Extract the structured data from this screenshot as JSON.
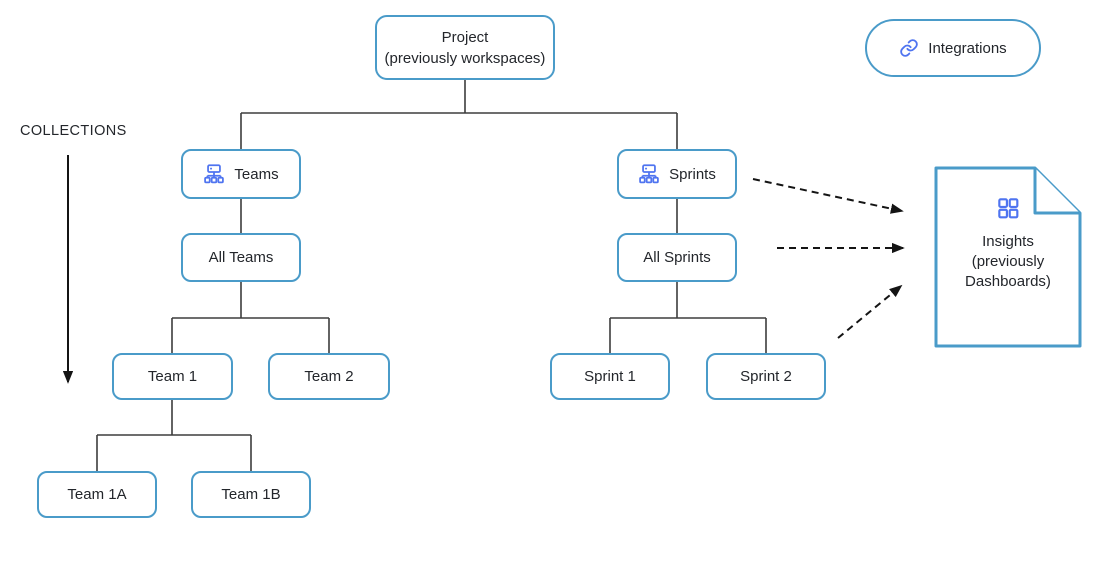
{
  "canvas": {
    "collections_label": "COLLECTIONS"
  },
  "nodes": {
    "project": {
      "line1": "Project",
      "line2": "(previously workspaces)"
    },
    "integrations": {
      "label": "Integrations",
      "icon": "link-icon"
    },
    "teams": {
      "label": "Teams",
      "icon": "org-chart-icon"
    },
    "sprints": {
      "label": "Sprints",
      "icon": "org-chart-icon"
    },
    "all_teams": {
      "label": "All Teams"
    },
    "all_sprints": {
      "label": "All Sprints"
    },
    "team1": {
      "label": "Team 1"
    },
    "team2": {
      "label": "Team 2"
    },
    "team1a": {
      "label": "Team 1A"
    },
    "team1b": {
      "label": "Team 1B"
    },
    "sprint1": {
      "label": "Sprint 1"
    },
    "sprint2": {
      "label": "Sprint 2"
    },
    "insights": {
      "line1": "Insights",
      "line2": "(previously",
      "line3": "Dashboards)",
      "icon": "grid-icon",
      "shape": "document-folded-corner"
    }
  },
  "edges": {
    "tree": [
      [
        "project",
        "teams"
      ],
      [
        "project",
        "sprints"
      ],
      [
        "teams",
        "all_teams"
      ],
      [
        "all_teams",
        "team1"
      ],
      [
        "all_teams",
        "team2"
      ],
      [
        "team1",
        "team1a"
      ],
      [
        "team1",
        "team1b"
      ],
      [
        "sprints",
        "all_sprints"
      ],
      [
        "all_sprints",
        "sprint1"
      ],
      [
        "all_sprints",
        "sprint2"
      ]
    ],
    "dashed_arrows_to_insights": 3,
    "collections_arrow": "vertical-down"
  },
  "colors": {
    "node_border": "#4a9bc9",
    "icon_blue": "#4f74f0",
    "connector": "#3d3d3d",
    "arrow_black": "#141414",
    "text": "#23262b"
  }
}
